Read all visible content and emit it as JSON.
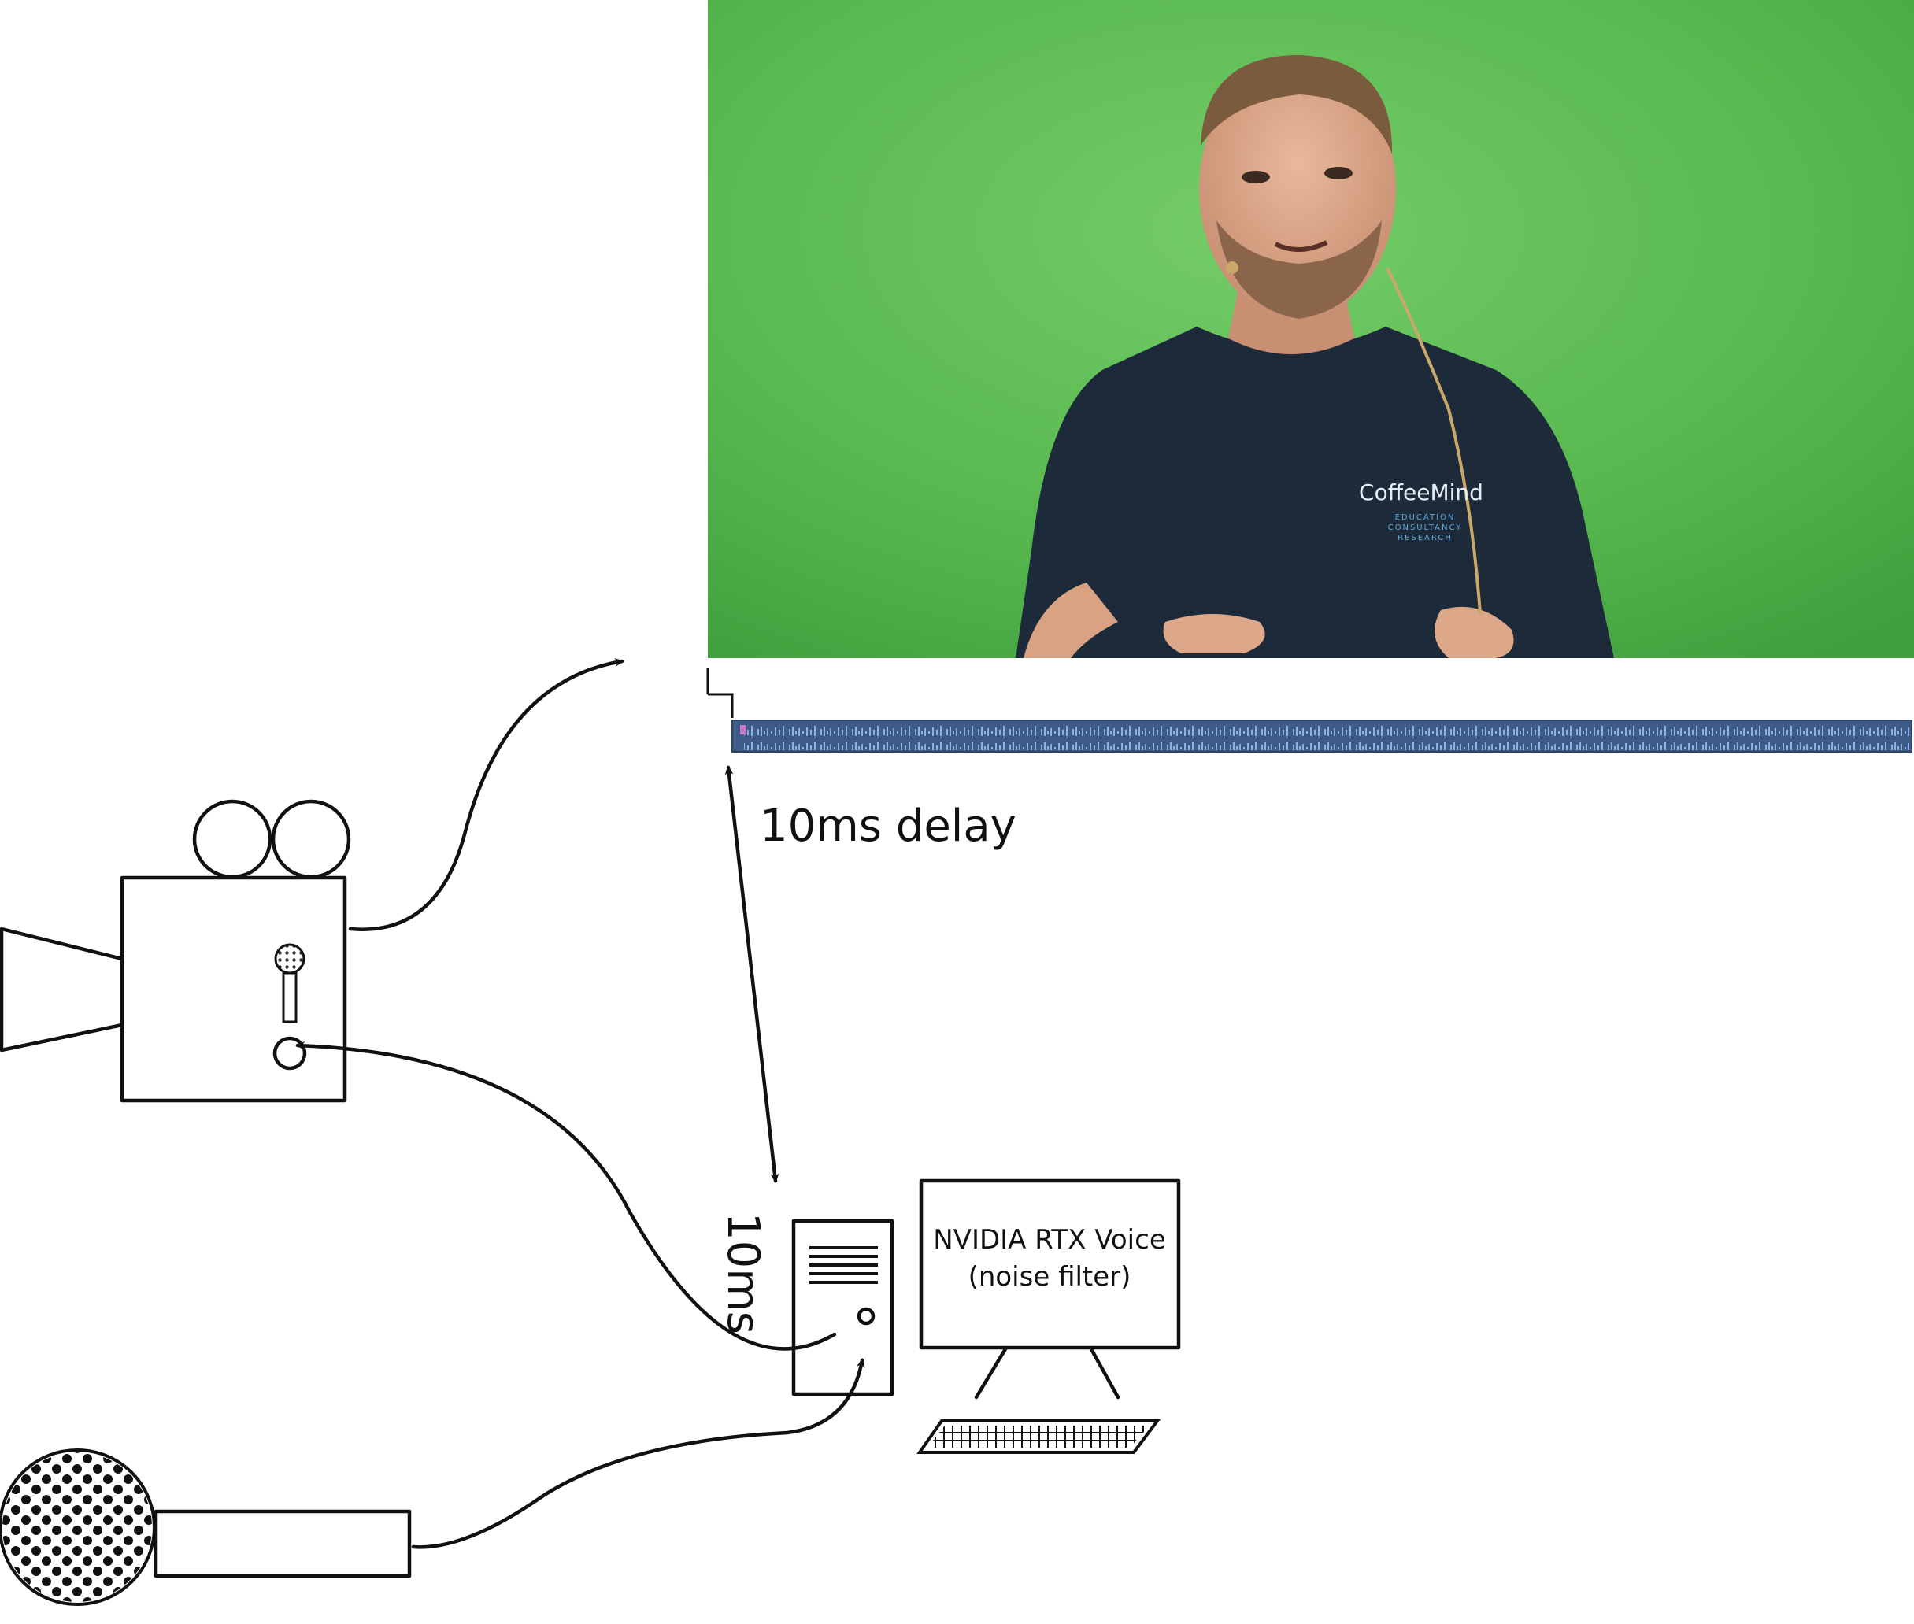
{
  "diagram": {
    "delay_label": "10ms delay",
    "pc_latency_label": "10ms",
    "monitor_line1": "NVIDIA RTX Voice",
    "monitor_line2": "(noise filter)"
  },
  "video_frame": {
    "shirt_logo": "CoffeeMind",
    "shirt_sub1": "EDUCATION",
    "shirt_sub2": "CONSULTANCY",
    "shirt_sub3": "RESEARCH"
  },
  "colors": {
    "green_screen": "#5dbd55",
    "shirt": "#1c2a3a",
    "audio_track": "#3d5b86",
    "audio_wave": "#8fb3e0",
    "ink": "#111111"
  }
}
